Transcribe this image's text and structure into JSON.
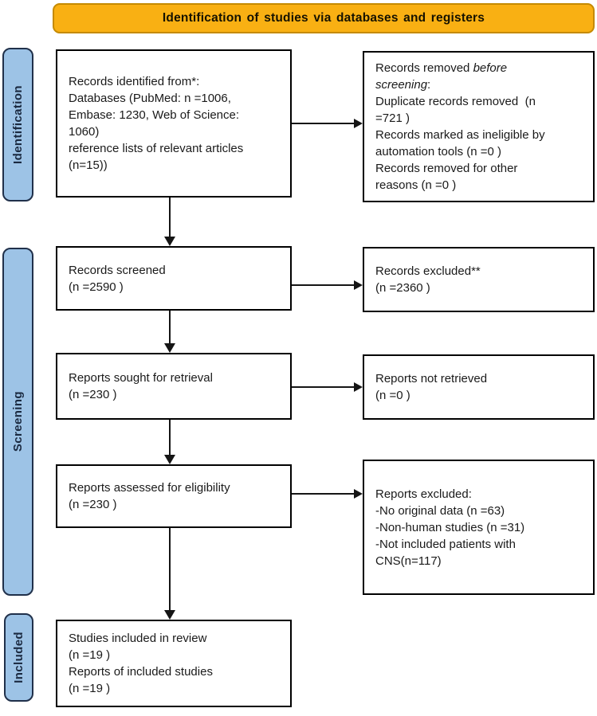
{
  "banner": {
    "title": "Identification of studies via databases and registers"
  },
  "stages": {
    "identification": "Identification",
    "screening": "Screening",
    "included": "Included"
  },
  "boxes": {
    "identified": {
      "lines": [
        "Records identified from*:",
        "Databases (PubMed: n =1006,",
        "Embase: 1230, Web of Science:",
        "1060)",
        "reference lists of relevant articles",
        "(n=15))"
      ]
    },
    "removed": {
      "line1_normal": "Records removed ",
      "line1_italic": "before",
      "line2_italic": "screening",
      "line2_normal": ":",
      "lines": [
        "Duplicate records removed  (n",
        "=721 )",
        "Records marked as ineligible by",
        "automation tools (n =0 )",
        "Records removed for other",
        "reasons (n =0 )"
      ]
    },
    "screened": {
      "lines": [
        "Records screened",
        "(n =2590 )"
      ]
    },
    "excluded": {
      "lines": [
        "Records excluded**",
        "(n =2360 )"
      ]
    },
    "sought": {
      "lines": [
        "Reports sought for retrieval",
        "(n =230 )"
      ]
    },
    "not_retrieved": {
      "lines": [
        "Reports not retrieved",
        "(n =0 )"
      ]
    },
    "assessed": {
      "lines": [
        "Reports assessed for eligibility",
        "(n =230 )"
      ]
    },
    "reports_excluded": {
      "lines": [
        "Reports excluded:",
        "-No original data (n =63)",
        "-Non-human studies (n =31)",
        "-Not included patients with",
        "CNS(n=117)"
      ]
    },
    "included": {
      "lines": [
        "Studies included in review",
        "(n =19 )",
        "Reports of included studies",
        "(n =19 )"
      ]
    }
  },
  "colors": {
    "banner_fill": "#F9B013",
    "banner_border": "#C58A00",
    "stage_fill": "#9DC3E6",
    "stage_border": "#20304a",
    "box_border": "#000000",
    "arrow": "#151515",
    "text": "#1a1a1a"
  }
}
